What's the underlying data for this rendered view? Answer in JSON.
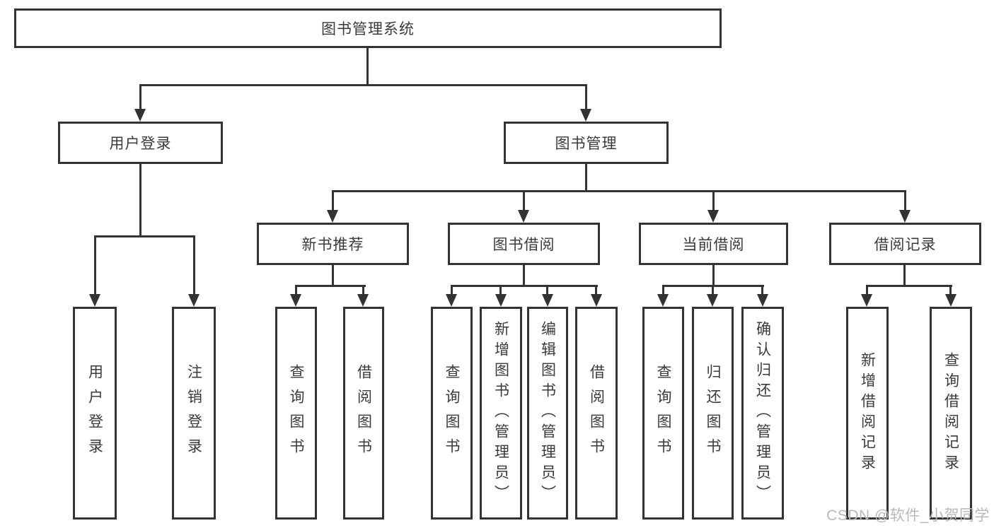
{
  "tree": {
    "label": "图书管理系统",
    "children": [
      {
        "label": "用户登录",
        "children": [
          {
            "label": "用户登录"
          },
          {
            "label": "注销登录"
          }
        ]
      },
      {
        "label": "图书管理",
        "children": [
          {
            "label": "新书推荐",
            "children": [
              {
                "label": "查询图书"
              },
              {
                "label": "借阅图书"
              }
            ]
          },
          {
            "label": "图书借阅",
            "children": [
              {
                "label": "查询图书"
              },
              {
                "label": "新增图书（管理员）"
              },
              {
                "label": "编辑图书（管理员）"
              },
              {
                "label": "借阅图书"
              }
            ]
          },
          {
            "label": "当前借阅",
            "children": [
              {
                "label": "查询图书"
              },
              {
                "label": "归还图书"
              },
              {
                "label": "确认归还（管理员）"
              }
            ]
          },
          {
            "label": "借阅记录",
            "children": [
              {
                "label": "新增借阅记录"
              },
              {
                "label": "查询借阅记录"
              }
            ]
          }
        ]
      }
    ]
  },
  "watermark": {
    "text": "CSDN @软件_小贺同学"
  },
  "colors": {
    "line": "#333333",
    "box_border": "#333333",
    "box_fill": "#ffffff",
    "text": "#3a3a3a",
    "watermark": "#b8b8b8",
    "background": "#ffffff"
  }
}
